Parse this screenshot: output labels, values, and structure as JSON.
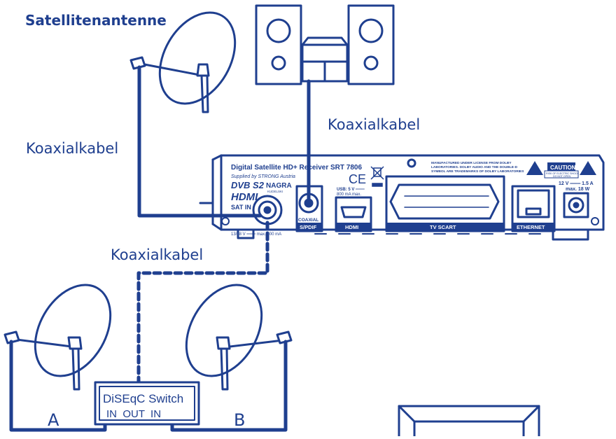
{
  "labels": {
    "satellite_antenna": "Satellitenantenne",
    "coax_left": "Koaxialkabel",
    "coax_top": "Koaxialkabel",
    "coax_middle": "Koaxialkabel",
    "switch_title": "DiSEqC Switch",
    "switch_ports": "IN  OUT  IN",
    "dish_a": "A",
    "dish_b": "B"
  },
  "receiver": {
    "title": "Digital Satellite HD+ Receiver SRT 7806",
    "supplied": "Supplied by STRONG Austria",
    "logo_dvb": "DVB S2",
    "logo_nagra": "NAGRA",
    "logo_nagra_sub": "KUDELSKI",
    "logo_hdmi": "HDMI",
    "ce_mark": "CE",
    "sat_in": "SAT IN",
    "sat_in_spec": "13/18 V ═══ max. 500 mA",
    "usb_spec_1": "USB: 5 V ═══",
    "usb_spec_2": "800 mA max.",
    "license_1": "MANUFACTURED UNDER LICENSE FROM DOLBY",
    "license_2": "LABORATORIES. DOLBY AUDIO AND THE DOUBLE-D",
    "license_3": "SYMBOL ARE TRADEMARKS OF DOLBY LABORATORIES",
    "caution": "CAUTION",
    "caution_sub_1": "RISK OF ELECTRIC SHOCK",
    "caution_sub_2": "DO NOT OPEN",
    "power_spec_1": "12 V ═══ 1.5 A",
    "power_spec_2": "max. 18 W",
    "port_coaxial": "COAXIAL",
    "port_spdif": "S/PDIF",
    "port_hdmi": "HDMI",
    "port_scart": "TV SCART",
    "port_ethernet": "ETHERNET"
  },
  "colors": {
    "line": "#1f3f8f",
    "label_bg": "#1f3f8f",
    "label_text": "#ffffff",
    "background": "#ffffff"
  }
}
